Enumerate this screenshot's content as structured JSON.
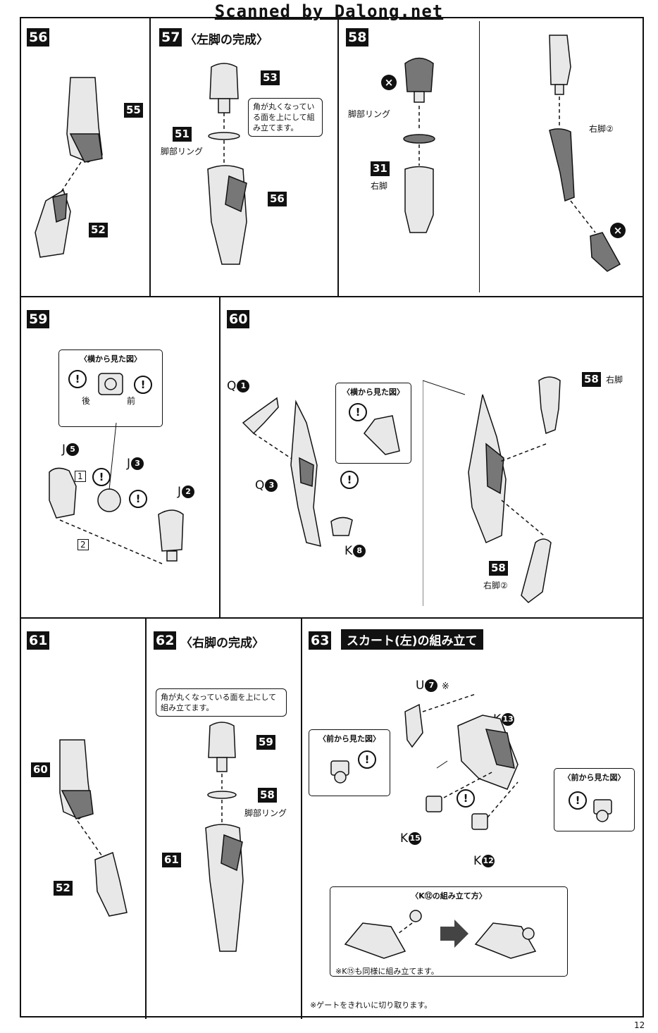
{
  "watermark": "Scanned by Dalong.net",
  "page_number": "12",
  "steps": {
    "s56": {
      "num": "56",
      "parts": {
        "a": "55",
        "b": "52"
      }
    },
    "s57": {
      "num": "57",
      "title": "〈左脚の完成〉",
      "parts": {
        "a": "53",
        "b": "51",
        "c": "56"
      },
      "label_ring": "脚部リング",
      "note": "角が丸くなっている面を上にして組み立てます。"
    },
    "s58": {
      "num": "58",
      "parts": {
        "a": "31"
      },
      "label_ring": "脚部リング",
      "label_right_leg": "右脚",
      "label_right_leg2": "右脚②"
    },
    "s59": {
      "num": "59",
      "inset_title": "〈横から見た図〉",
      "back": "後",
      "front": "前",
      "box1": "1",
      "box2": "2",
      "p1": "J",
      "p1n": "5",
      "p2": "J",
      "p2n": "3",
      "p3": "J",
      "p3n": "2"
    },
    "s60": {
      "num": "60",
      "inset_title": "〈横から見た図〉",
      "q1": "Q",
      "q1n": "1",
      "q3": "Q",
      "q3n": "3",
      "k8": "K",
      "k8n": "8",
      "parts": {
        "a": "58",
        "b": "58"
      },
      "label_right_leg": "右脚",
      "label_right_leg2": "右脚②"
    },
    "s61": {
      "num": "61",
      "parts": {
        "a": "60",
        "b": "52"
      }
    },
    "s62": {
      "num": "62",
      "title": "〈右脚の完成〉",
      "note": "角が丸くなっている面を上にして組み立てます。",
      "parts": {
        "a": "59",
        "b": "58",
        "c": "61"
      },
      "label_ring": "脚部リング"
    },
    "s63": {
      "num": "63",
      "title": "スカート(左)の組み立て",
      "u7": "U",
      "u7n": "7",
      "asterisk": "※",
      "k13": "K",
      "k13n": "13",
      "k15": "K",
      "k15n": "15",
      "k12": "K",
      "k12n": "12",
      "inset_front1": "〈前から見た図〉",
      "inset_front2": "〈前から見た図〉",
      "inset_k12": "〈K⑫の組み立て方〉",
      "k12_note": "※K⑮も同様に組み立てます。",
      "gate_note": "※ゲートをきれいに切り取ります。"
    }
  }
}
